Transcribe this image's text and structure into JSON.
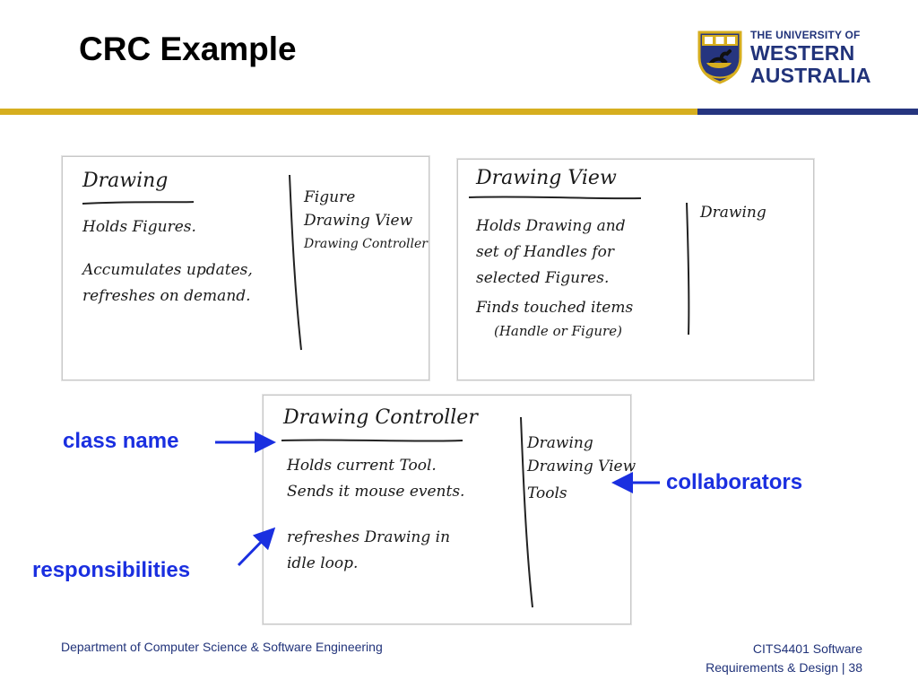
{
  "slide": {
    "title": "CRC Example",
    "university": {
      "line1": "THE UNIVERSITY OF",
      "line2": "WESTERN",
      "line3": "AUSTRALIA"
    },
    "colors": {
      "gold_band": "#d6ae1f",
      "blue_band": "#26357f",
      "callout": "#1a2fe0",
      "footer": "#21337a"
    }
  },
  "cards": {
    "drawing": {
      "class_name": "Drawing",
      "responsibilities": [
        "Holds Figures.",
        "",
        "Accumulates updates,",
        "refreshes on demand."
      ],
      "collaborators": [
        "Figure",
        "Drawing View",
        "Drawing Controller"
      ]
    },
    "view": {
      "class_name": "Drawing View",
      "responsibilities": [
        "Holds Drawing and",
        "set of Handles for",
        "selected Figures.",
        "Finds touched items",
        "(Handle or Figure)"
      ],
      "collaborators": [
        "Drawing"
      ]
    },
    "controller": {
      "class_name": "Drawing Controller",
      "responsibilities": [
        "Holds current Tool.",
        "Sends it mouse events.",
        "",
        "refreshes Drawing in",
        "idle loop."
      ],
      "collaborators": [
        "Drawing",
        "Drawing View",
        "Tools"
      ]
    }
  },
  "callouts": {
    "class_name": "class name",
    "collaborators": "collaborators",
    "responsibilities": "responsibilities"
  },
  "footer": {
    "department": "Department of Computer Science & Software Engineering",
    "course_line1": "CITS4401 Software",
    "course_line2": "Requirements & Design",
    "page_number": "38"
  }
}
